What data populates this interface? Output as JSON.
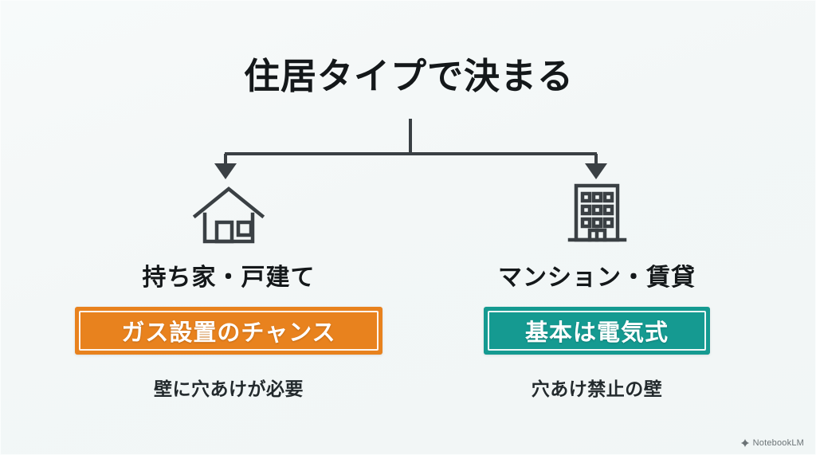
{
  "slide": {
    "title": "住居タイプで決まる",
    "background_color": "#f3f7f7",
    "title_color": "#14181a",
    "connector_color": "#3a4044"
  },
  "branches": [
    {
      "icon": "house-icon",
      "label": "持ち家・戸建て",
      "badge_text": "ガス設置のチャンス",
      "badge_color": "#e8821e",
      "caption": "壁に穴あけが必要"
    },
    {
      "icon": "apartment-building-icon",
      "label": "マンション・賃貸",
      "badge_text": "基本は電気式",
      "badge_color": "#159a91",
      "caption": "穴あけ禁止の壁"
    }
  ],
  "watermark": {
    "label": "NotebookLM",
    "icon": "notebooklm-logo-icon"
  }
}
